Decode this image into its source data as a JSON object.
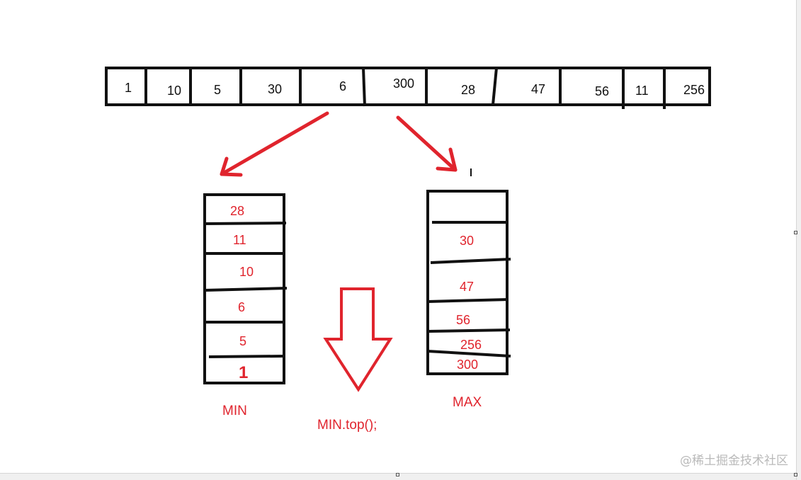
{
  "array_cells": [
    "1",
    "10",
    "5",
    "30",
    "6",
    "300",
    "28",
    "47",
    "56",
    "11",
    "256"
  ],
  "min_stack": {
    "items": [
      "28",
      "11",
      "10",
      "6",
      "5",
      "1"
    ],
    "label": "MIN"
  },
  "max_stack": {
    "items": [
      "30",
      "47",
      "56",
      "256",
      "300"
    ],
    "label": "MAX"
  },
  "operation_label": "MIN.top();",
  "watermark": "@稀土掘金技术社区",
  "colors": {
    "ink": "#111111",
    "accent": "#e0242d"
  }
}
